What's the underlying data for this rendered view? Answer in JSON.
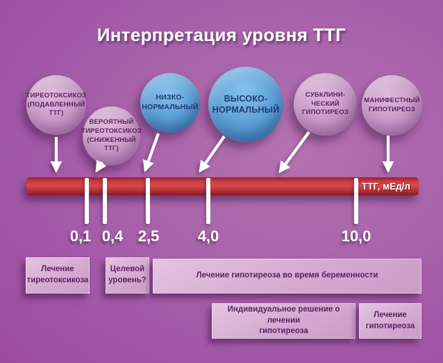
{
  "title": "Интерпретация уровня ТТГ",
  "bubbles": [
    {
      "label": "ТИРЕОТОКСИКОЗ\n(ПОДАВЛЕННЫЙ\nТТГ)",
      "category": "pink"
    },
    {
      "label": "ВЕРОЯТНЫЙ\nТИРЕОТОКСИКОЗ\n(СНИЖЕННЫЙ\nТТГ)",
      "category": "pink"
    },
    {
      "label": "НИЗКО-\nНОРМАЛЬНЫЙ",
      "category": "blue"
    },
    {
      "label": "ВЫСОКО-\nНОРМАЛЬНЫЙ",
      "category": "blue"
    },
    {
      "label": "СУБКЛИНИ-\nЧЕСКИЙ\nГИПОТИРЕОЗ",
      "category": "pink"
    },
    {
      "label": "МАНИФЕСТНЫЙ\nГИПОТИРЕОЗ",
      "category": "pink"
    }
  ],
  "axis": {
    "unit_label": "ТТГ, мЕд/л",
    "ticks": [
      {
        "value": "0,1"
      },
      {
        "value": "0,4"
      },
      {
        "value": "2,5"
      },
      {
        "value": "4,0"
      },
      {
        "value": "10,0"
      }
    ]
  },
  "boxes": [
    {
      "label": "Лечение\nтиреотоксикоза"
    },
    {
      "label": "Целевой\nуровень?"
    },
    {
      "label": "Лечение гипотиреоза во время беременности"
    },
    {
      "label": "Индивидуальное решение о лечении\nгипотиреоза"
    },
    {
      "label": "Лечение\nгипотиреоза"
    }
  ],
  "colors": {
    "background_purple": "#9a4aa2",
    "bar_red": "#c53238",
    "bubble_pink": "#c99cc7",
    "bubble_blue": "#5b9fd5",
    "box_pink": "#d6abd2",
    "text_dark_purple": "#5b2162",
    "text_navy": "#1d3d70",
    "text_white": "#ffffff"
  }
}
